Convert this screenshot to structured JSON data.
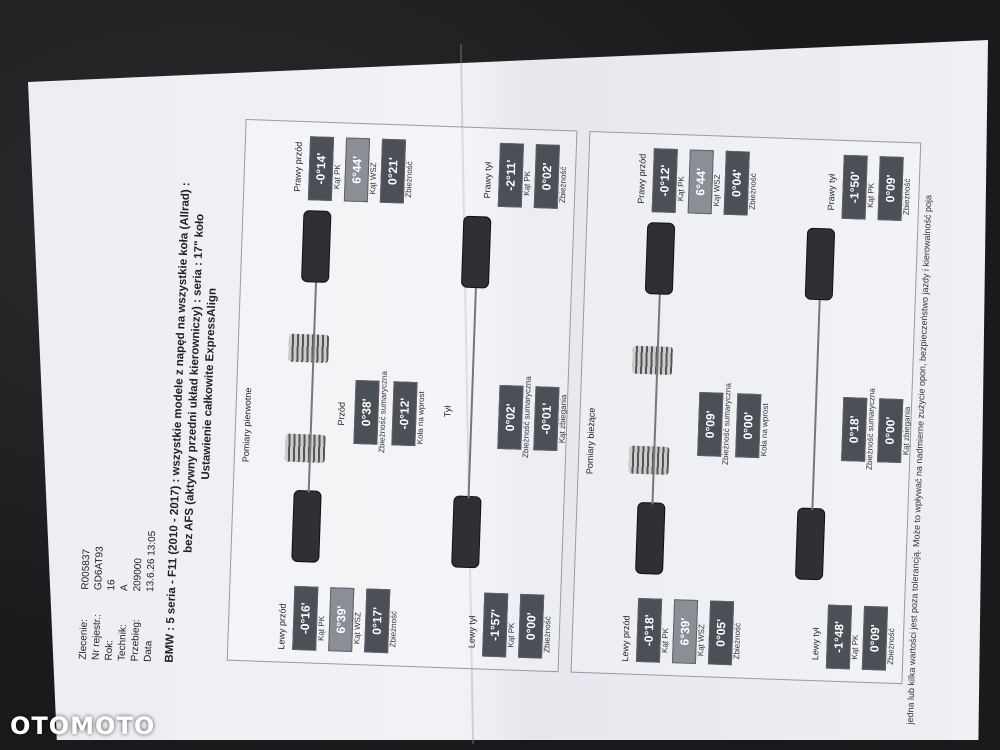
{
  "meta": {
    "zlecenie_k": "Zlecenie:",
    "zlecenie_v": "R005837",
    "nr_k": "Nr rejestr.:",
    "nr_v": "GD6AT93",
    "rok_k": "Rok:",
    "rok_v": "16",
    "technik_k": "Technik:",
    "technik_v": "A",
    "przebieg_k": "Przebieg:",
    "przebieg_v": "209000",
    "data_k": "Data",
    "data_v": "13.6.26 13:05"
  },
  "heading": {
    "line1": "BMW : 5 seria - F11 (2010 - 2017) : wszystkie modele z napęd na wszystkie koła (Allrad) :",
    "line2": "bez AFS (aktywny przedni układ kierowniczy) : seria : 17\" koło",
    "line3": "Ustawienie całkowite ExpressAlign"
  },
  "panel1": {
    "title": "Pomiary pierwotne",
    "lf": "Lewy przód",
    "rf": "Prawy przód",
    "lr": "Lewy tył",
    "rr": "Prawy tył",
    "lf_pk": "-0°16'",
    "lf_wsz": "6°39'",
    "lf_zb": "0°17'",
    "rf_pk": "-0°14'",
    "rf_wsz": "6°44'",
    "rf_zb": "0°21'",
    "front_sum": "0°38'",
    "front_sum_cap": "Zbieżność sumaryczna",
    "front_set": "-0°12'",
    "front_set_cap": "Koła na wprost",
    "lr_pk": "-1°57'",
    "lr_zb": "0°00'",
    "rr_pk": "-2°11'",
    "rr_zb": "0°02'",
    "rear_sum": "0°02'",
    "rear_sum_cap": "Zbieżność sumaryczna",
    "rear_set": "-0°01'",
    "rear_set_cap": "Kąt zbiegania",
    "przod": "Przód",
    "tyl": "Tył",
    "kat_pk": "Kąt PK",
    "kat_wsz": "Kąt WSZ",
    "zbieznosc": "Zbieżność"
  },
  "panel2": {
    "title": "Pomiary bieżące",
    "lf": "Lewy przód",
    "rf": "Prawy przód",
    "lr": "Lewy tył",
    "rr": "Prawy tył",
    "lf_pk": "-0°18'",
    "lf_wsz": "6°39'",
    "lf_zb": "0°05'",
    "rf_pk": "-0°12'",
    "rf_wsz": "6°44'",
    "rf_zb": "0°04'",
    "front_sum": "0°09'",
    "front_sum_cap": "Zbieżność sumaryczna",
    "front_set": "0°00'",
    "front_set_cap": "Koła na wprost",
    "lr_pk": "-1°48'",
    "lr_zb": "0°09'",
    "rr_pk": "-1°50'",
    "rr_zb": "0°09'",
    "rear_sum": "0°18'",
    "rear_sum_cap": "Zbieżność sumaryczna",
    "rear_set": "0°00'",
    "rear_set_cap": "Kąt zbiegania",
    "kat_pk": "Kąt PK",
    "kat_wsz": "Kąt WSZ",
    "zbieznosc": "Zbieżność"
  },
  "footnote": "jedna lub kilka wartości jest poza tolerancją. Może to wpływać na nadmierne zużycie opon, bezpieczeństwo jazdy i kierowalność poja",
  "watermark": "OTOMOTO"
}
